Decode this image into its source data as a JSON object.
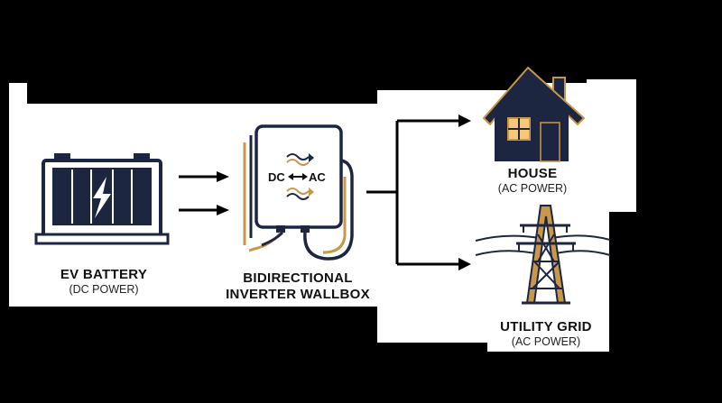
{
  "colors": {
    "background": "#000000",
    "panel": "#ffffff",
    "navy": "#1c2640",
    "gold": "#c9974a",
    "window_glow": "#f6c97a",
    "ink": "#111111"
  },
  "nodes": {
    "battery": {
      "title": "EV BATTERY",
      "subtitle": "(DC POWER)",
      "icon": "battery-icon"
    },
    "inverter": {
      "title_line1": "BIDIRECTIONAL",
      "title_line2": "INVERTER WALLBOX",
      "icon": "inverter-wallbox-icon",
      "dc_label": "DC",
      "ac_label": "AC"
    },
    "house": {
      "title": "HOUSE",
      "subtitle": "(AC POWER)",
      "icon": "house-icon"
    },
    "grid": {
      "title": "UTILITY GRID",
      "subtitle": "(AC POWER)",
      "icon": "transmission-tower-icon"
    }
  }
}
